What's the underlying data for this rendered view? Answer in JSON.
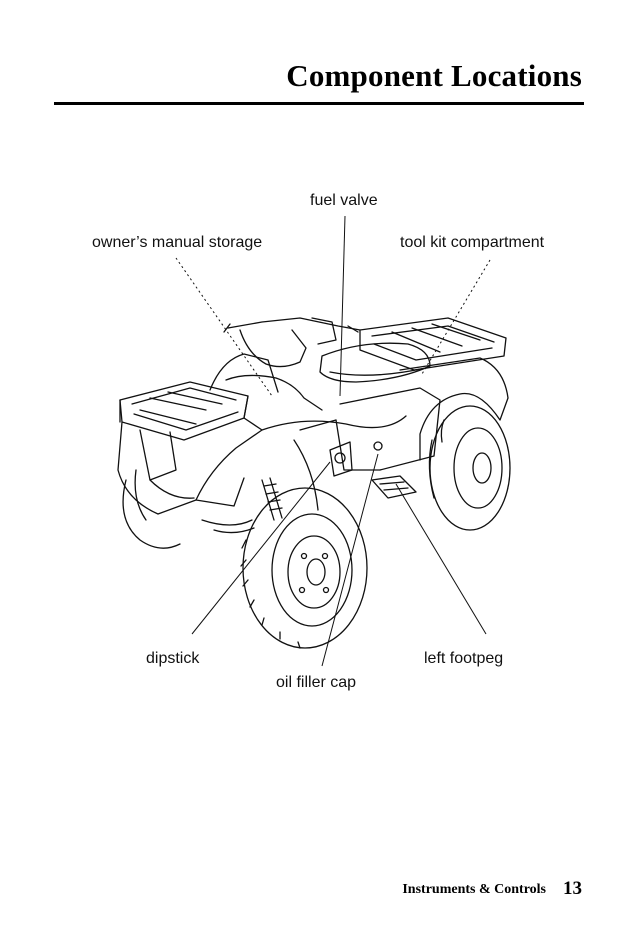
{
  "header": {
    "title": "Component Locations"
  },
  "callouts": {
    "fuel_valve": "fuel valve",
    "owners_manual_storage": "owner’s manual storage",
    "tool_kit_compartment": "tool kit compartment",
    "dipstick": "dipstick",
    "oil_filler_cap": "oil filler cap",
    "left_footpeg": "left footpeg"
  },
  "footer": {
    "section": "Instruments & Controls",
    "page_number": "13"
  },
  "illustration": {
    "subject": "atv-line-drawing-icon"
  }
}
